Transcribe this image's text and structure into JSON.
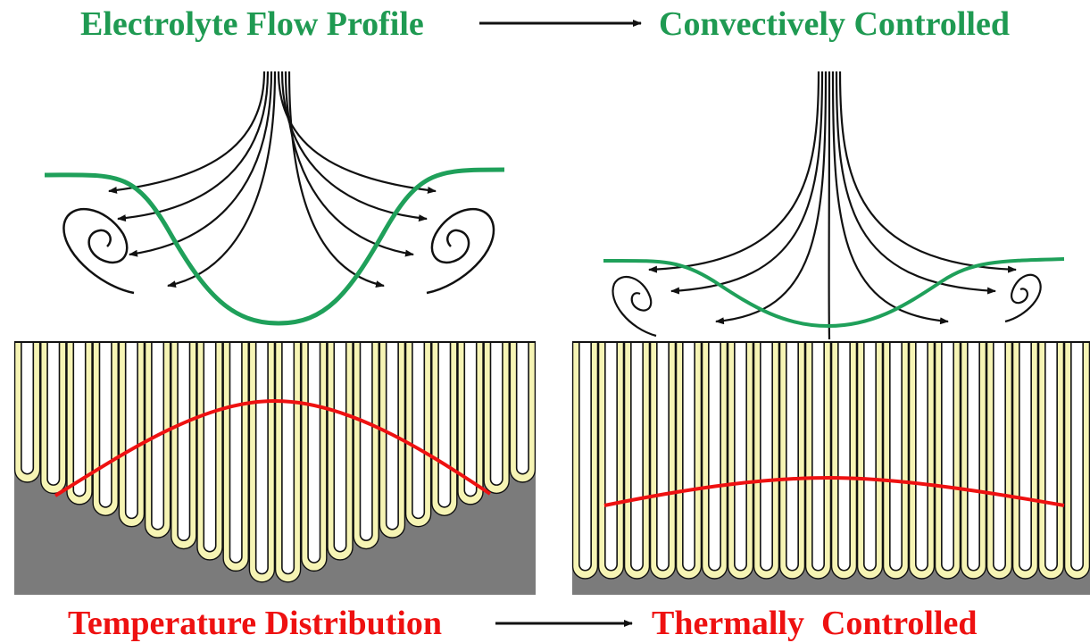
{
  "top": {
    "left_label": "Electrolyte Flow Profile",
    "right_label": "Convectively Controlled"
  },
  "bottom": {
    "left_label": "Temperature Distribution",
    "right_label": "Thermally  Controlled"
  },
  "colors": {
    "flow_profile": "#1fa05a",
    "temperature": "#ee1111",
    "substrate": "#7b7b7b",
    "pore_wall": "#f6f4b4",
    "pore_outline": "#111111",
    "stream": "#111111"
  },
  "panels": [
    {
      "name": "convective",
      "pore_count": 20,
      "pore_depth_profile": "v-shaped (deep center, shallow edges)"
    },
    {
      "name": "thermal",
      "pore_count": 20,
      "pore_depth_profile": "uniform"
    }
  ]
}
